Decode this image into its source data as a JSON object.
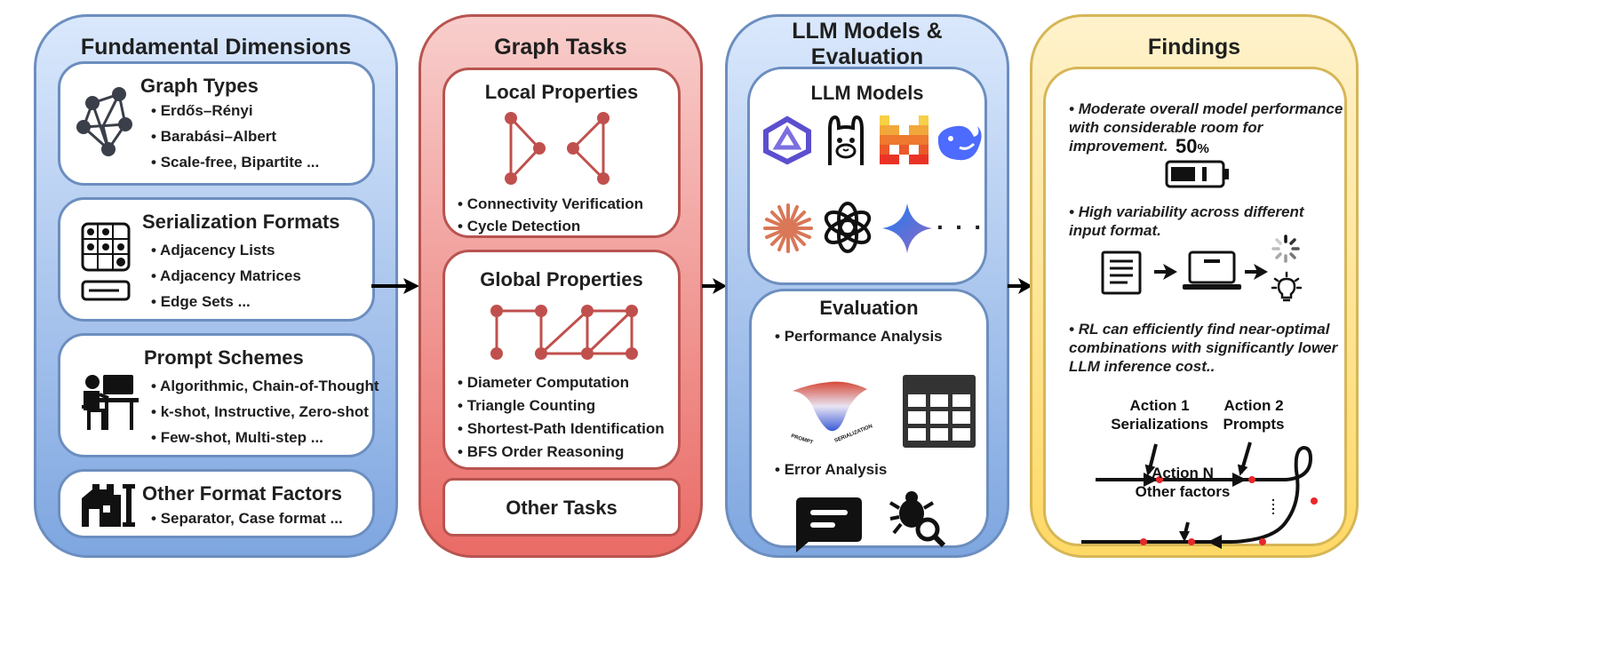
{
  "colors": {
    "blue_border": "#6c8ebf",
    "red_border": "#b85450",
    "yellow_border": "#d6b656",
    "icon_red": "#c0504d",
    "arrow": "#000000"
  },
  "columns": {
    "dimensions": {
      "title": "Fundamental Dimensions",
      "cards": [
        {
          "title": "Graph Types",
          "icon": "graph-network-icon",
          "bullets": [
            "Erdős–Rényi",
            "Barabási–Albert",
            "Scale-free, Bipartite ..."
          ]
        },
        {
          "title": "Serialization Formats",
          "icon": "matrix-grid-icon",
          "bullets": [
            "Adjacency Lists",
            "Adjacency Matrices",
            "Edge Sets ..."
          ]
        },
        {
          "title": "Prompt Schemes",
          "icon": "person-at-computer-icon",
          "bullets": [
            "Algorithmic, Chain-of-Thought",
            "k-shot, Instructive, Zero-shot",
            "Few-shot, Multi-step ..."
          ]
        },
        {
          "title": "Other Format Factors",
          "icon": "factory-icon",
          "bullets": [
            "Separator, Case format ..."
          ]
        }
      ]
    },
    "tasks": {
      "title": "Graph Tasks",
      "local": {
        "title": "Local Properties",
        "bullets": [
          "Connectivity Verification",
          "Cycle Detection"
        ]
      },
      "global": {
        "title": "Global Properties",
        "bullets": [
          "Diameter Computation",
          "Triangle Counting",
          "Shortest-Path Identification",
          "BFS Order Reasoning"
        ]
      },
      "other": {
        "title": "Other Tasks"
      }
    },
    "llm": {
      "title": "LLM Models & Evaluation",
      "models": {
        "title": "LLM Models",
        "icons": [
          "qwen-logo-icon",
          "llama-logo-icon",
          "mistral-logo-icon",
          "deepseek-logo-icon",
          "claude-logo-icon",
          "openai-logo-icon",
          "gemini-logo-icon",
          "ellipsis-icon"
        ],
        "ellipsis": "· · ·"
      },
      "evaluation": {
        "title": "Evaluation",
        "perf_label": "Performance Analysis",
        "error_label": "Error Analysis",
        "surface_labels": {
          "left": "PROMPT",
          "right": "SERIALIZATION"
        }
      }
    },
    "findings": {
      "title": "Findings",
      "items": [
        "Moderate overall model performance with considerable room for improvement.",
        "High variability across different input format.",
        "RL can efficiently find near-optimal combinations with significantly lower LLM inference cost.."
      ],
      "battery": {
        "percent": 50,
        "label_value": "50",
        "label_unit": "%"
      },
      "rl": {
        "action1": "Action 1\nSerializations",
        "action2": "Action 2\nPrompts",
        "actionN": "Action N\nOther factors"
      }
    }
  }
}
